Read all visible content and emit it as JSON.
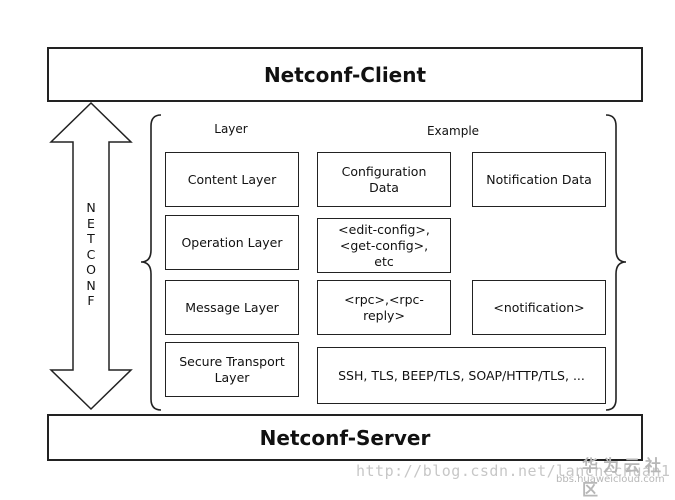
{
  "client": {
    "label": "Netconf-Client"
  },
  "server": {
    "label": "Netconf-Server"
  },
  "protocol": {
    "label": "N\nE\nT\nC\nO\nN\nF"
  },
  "columns": {
    "layer": "Layer",
    "example": "Example"
  },
  "layers": [
    {
      "name": "Content Layer",
      "examples": [
        "Configuration\nData",
        "Notification Data"
      ]
    },
    {
      "name": "Operation Layer",
      "examples": [
        "<edit-config>,\n<get-config>,\netc"
      ]
    },
    {
      "name": "Message Layer",
      "examples": [
        "<rpc>,<rpc-\nreply>",
        "<notification>"
      ]
    },
    {
      "name": "Secure Transport\nLayer",
      "examples": [
        "SSH, TLS, BEEP/TLS, SOAP/HTTP/TLS, ..."
      ]
    }
  ],
  "watermark": {
    "url": "http://blog.csdn.net/lanchechuan1",
    "brand": "华为云社区",
    "site": "bbs.huaweicloud.com"
  },
  "colors": {
    "stroke": "#222222",
    "watermark": "#c0c0c0"
  }
}
